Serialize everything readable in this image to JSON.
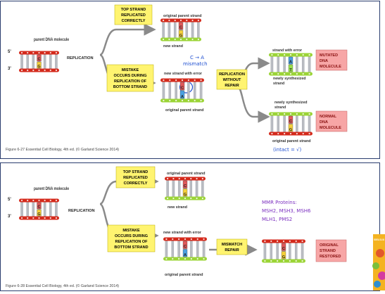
{
  "colors": {
    "backbone_red": "#d42a1c",
    "backbone_green": "#9bd436",
    "rung": "#b9bcc2",
    "label_yellow": "#fff470",
    "label_pink": "#f7a6a6",
    "arrow": "#8a8a8a",
    "handwriting": "#7b2fbf",
    "annotation_blue": "#1f4fd1",
    "frame": "#2a3d6e"
  },
  "panel1": {
    "parent_label": "parent DNA molecule",
    "five_prime": "5'",
    "three_prime": "3'",
    "replication": "REPLICATION",
    "top_strand_box": [
      "TOP STRAND",
      "REPLICATED",
      "CORRECTLY"
    ],
    "original_parent_strand": "original parent strand",
    "new_strand": "new strand",
    "mistake_box": [
      "MISTAKE",
      "OCCURS DURING",
      "REPLICATION OF",
      "BOTTOM STRAND"
    ],
    "new_strand_with_error": "new strand with error",
    "replication_without_repair": [
      "REPLICATION",
      "WITHOUT",
      "REPAIR"
    ],
    "strand_with_error": "strand with error",
    "newly_synthesized_strand": [
      "newly synthesized",
      "strand"
    ],
    "mutated_box": [
      "MUTATED",
      "DNA",
      "MOLECULE"
    ],
    "normal_box": [
      "NORMAL",
      "DNA",
      "MOLECULE"
    ],
    "annotation_arrow": "C → A",
    "annotation_mismatch": "mismatch",
    "annotation_intact": "(intact = √)",
    "caption": "Figure 6-27 Essential Cell Biology, 4th ed. (© Garland Science 2014)"
  },
  "panel2": {
    "parent_label": "parent DNA molecule",
    "five_prime": "5'",
    "three_prime": "3'",
    "replication": "REPLICATION",
    "top_strand_box": [
      "TOP STRAND",
      "REPLICATED",
      "CORRECTLY"
    ],
    "original_parent_strand": "original parent strand",
    "new_strand": "new strand",
    "mistake_box": [
      "MISTAKE",
      "OCCURS DURING",
      "REPLICATION OF",
      "BOTTOM STRAND"
    ],
    "new_strand_with_error": "new strand with error",
    "mismatch_repair": [
      "MISMATCH",
      "REPAIR"
    ],
    "original_restored": [
      "ORIGINAL",
      "STRAND",
      "RESTORED"
    ],
    "mmr_notes": [
      "MMR Proteins:",
      "MSH2, MSH3, MSH6",
      "MLH1, PMS2"
    ],
    "caption": "Figure 6-28 Essential Cell Biology, 4th ed. (© Garland Science 2014)"
  },
  "book_cover": "ESSENTIAL CELL BIO"
}
